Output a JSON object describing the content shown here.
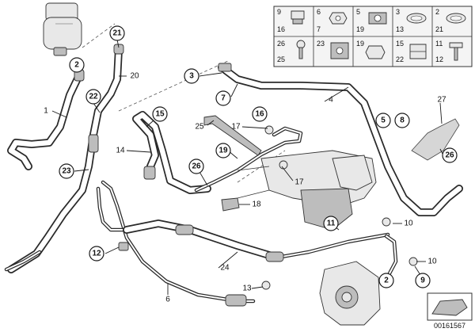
{
  "diagram": {
    "callouts": {
      "c21_top": "21",
      "c2_top": "2",
      "c22": "22",
      "c23": "23",
      "c3": "3",
      "c7": "7",
      "c15": "15",
      "c16": "16",
      "c19": "19",
      "c26": "26",
      "c5": "5",
      "c8": "8",
      "c26_right": "26",
      "c11": "11",
      "c12": "12",
      "c2_bottom": "2",
      "c9": "9"
    },
    "labels": {
      "l1": "1",
      "l20": "20",
      "l4": "4",
      "l27": "27",
      "l25": "25",
      "l17a": "17",
      "l14": "14",
      "l17b": "17",
      "l18": "18",
      "l10a": "10",
      "l24": "24",
      "l13": "13",
      "l10b": "10",
      "l6": "6"
    },
    "legend": {
      "r1": [
        "9",
        "6",
        "5",
        "3",
        "2"
      ],
      "r1b": [
        "16",
        "7",
        "19",
        "13",
        "21"
      ],
      "r2": [
        "26",
        "23",
        "19",
        "15",
        "11"
      ],
      "r2b": [
        "25",
        "",
        "",
        "22",
        "12"
      ]
    },
    "doc_id": "00161567"
  }
}
